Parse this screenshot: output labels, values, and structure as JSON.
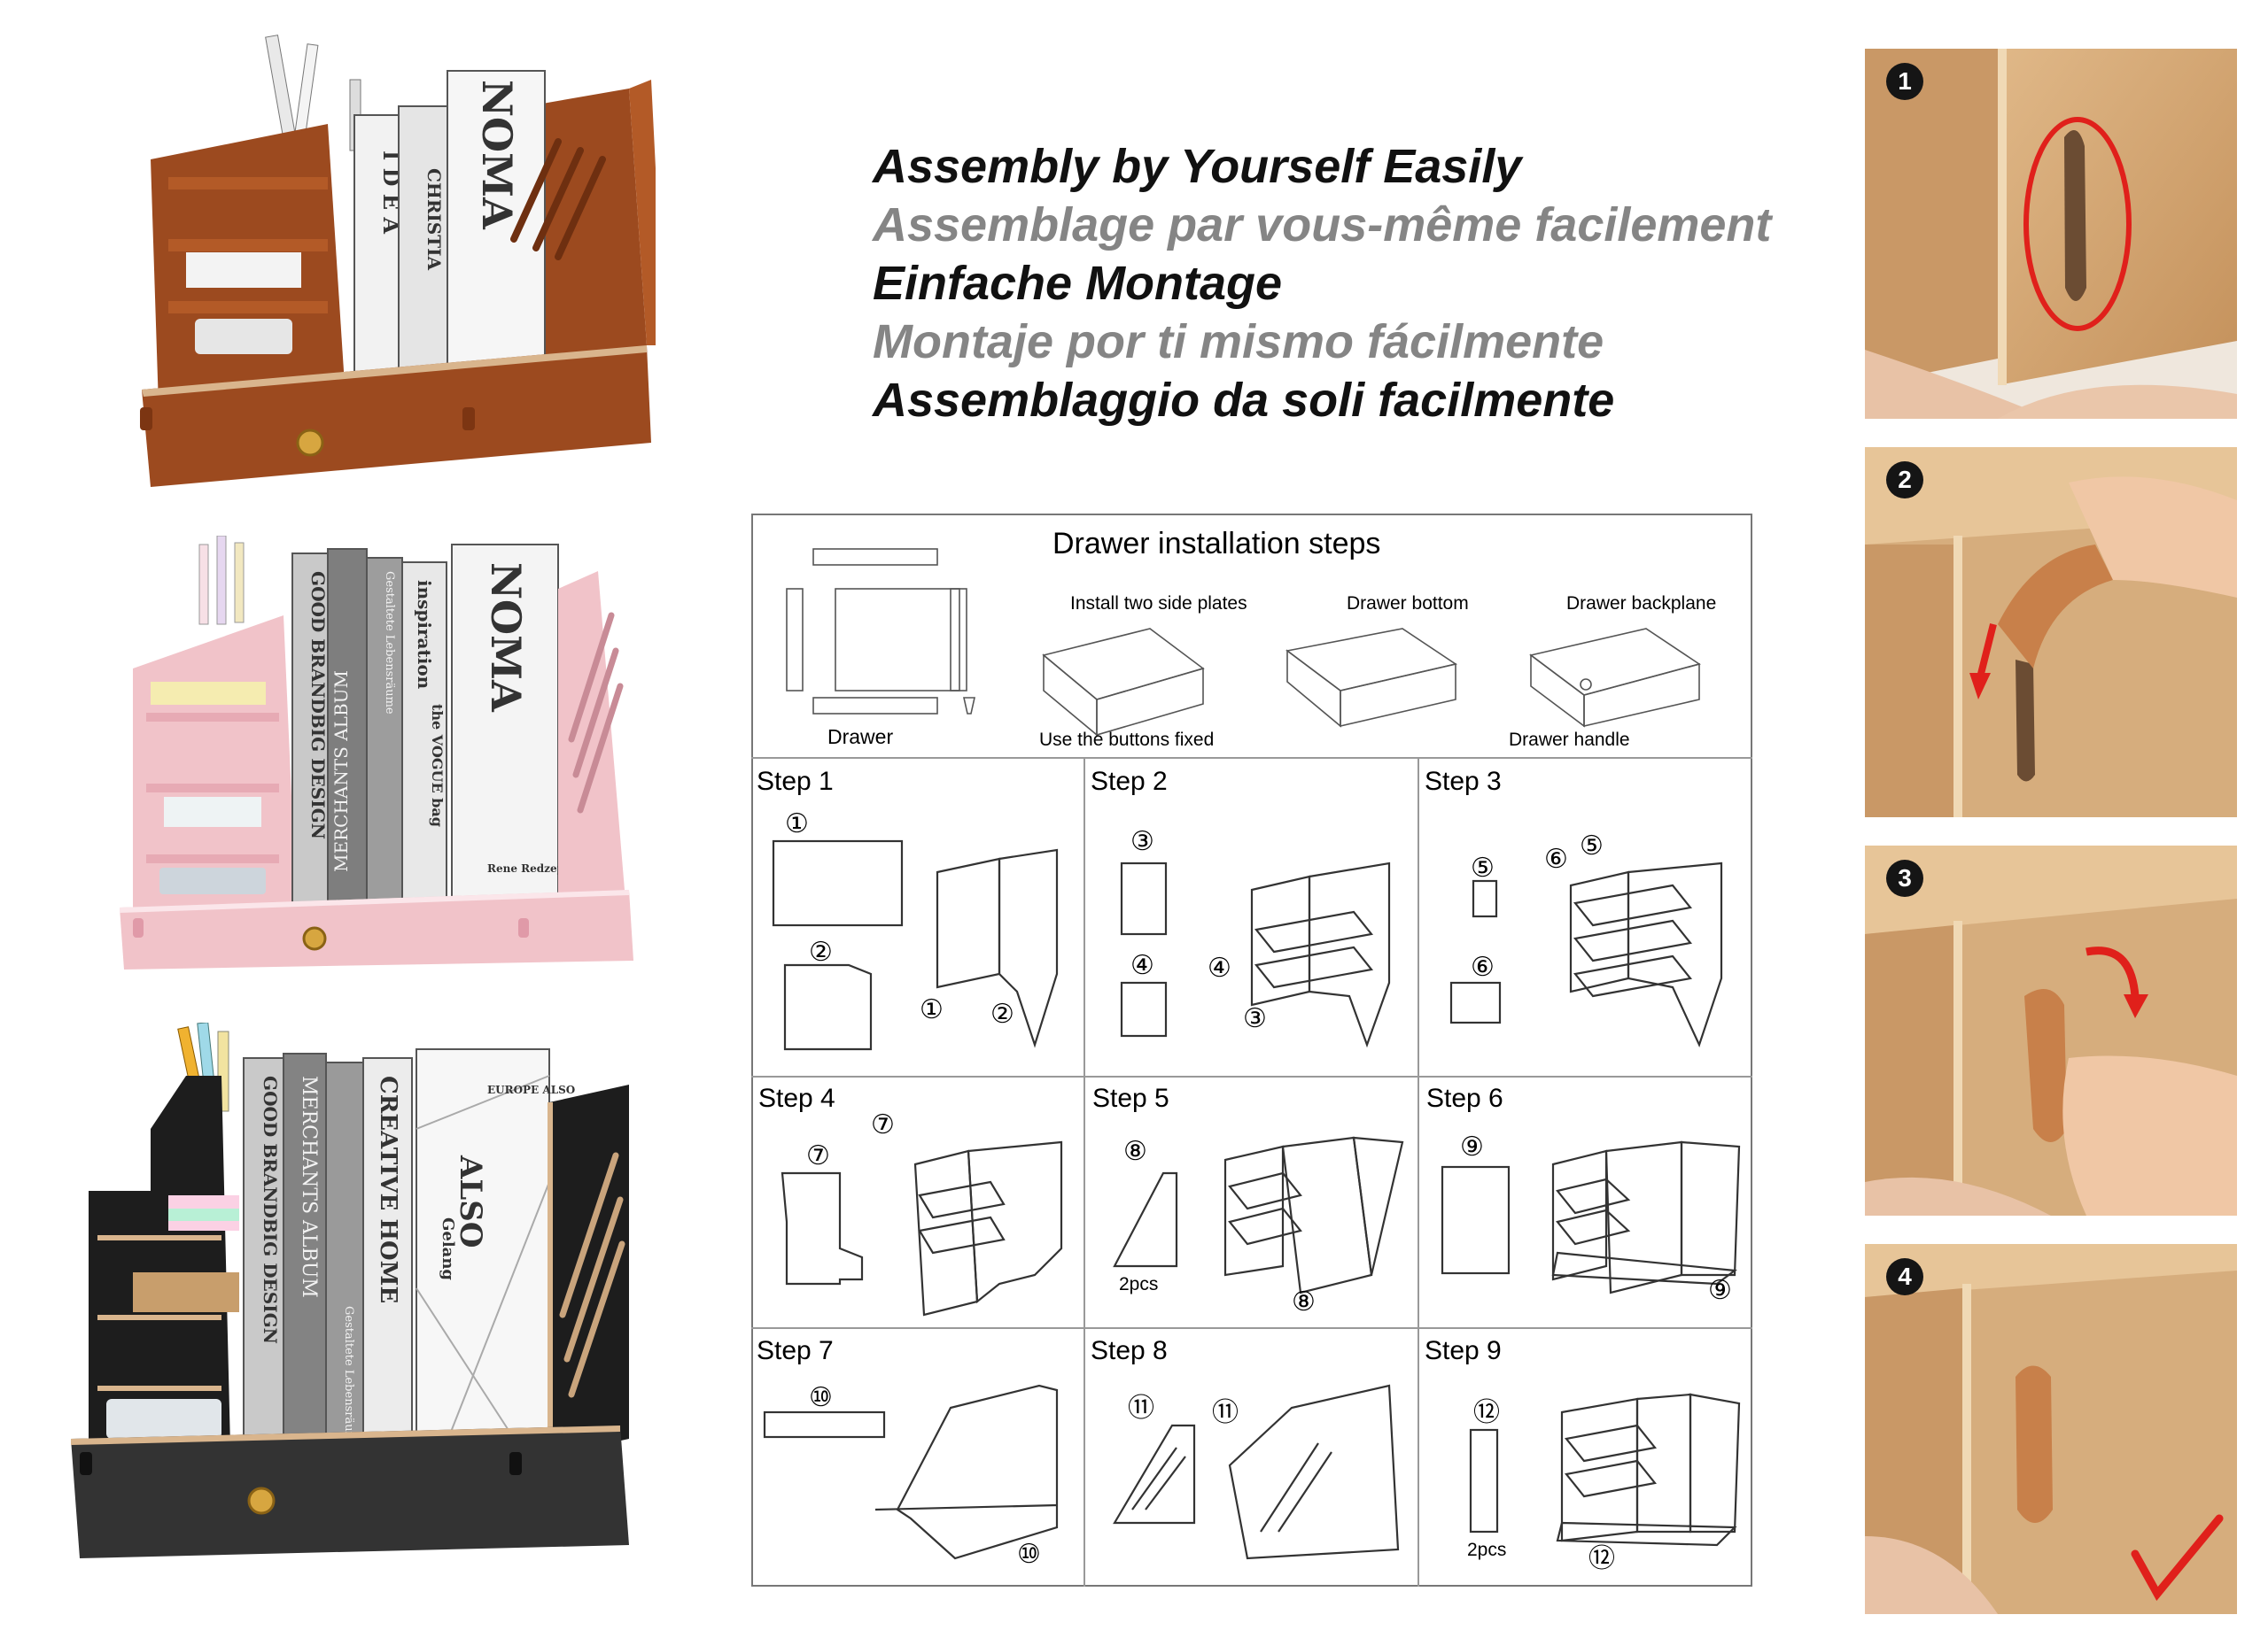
{
  "headline": {
    "en": "Assembly by Yourself Easily",
    "fr": "Assemblage par vous-même facilement",
    "de": "Einfache Montage",
    "es": "Montaje por ti mismo fácilmente",
    "it": "Assemblaggio da soli facilmente"
  },
  "products": {
    "brown_books": [
      "I D E A",
      "CHRISTIA",
      "NOMA"
    ],
    "pink_books": [
      "GOOD BRANDBIG DESIGN",
      "MERCHANTS ALBUM",
      "Gestaltete Lebensräume",
      "inspiration",
      "the VOGUE bag",
      "NOMA",
      "Rene Redzepi"
    ],
    "black_books": [
      "GOOD BRANDBIG DESIGN",
      "MERCHANTS ALBUM",
      "Gestaltete Lebensräume",
      "CREATIVE HOME",
      "ALSO",
      "Gelang",
      "EUROPE ALSO"
    ]
  },
  "diagram": {
    "title": "Drawer installation steps",
    "labels": {
      "drawer": "Drawer",
      "side_plates": "Install two side plates",
      "buttons_fixed": "Use the buttons fixed",
      "drawer_bottom": "Drawer bottom",
      "drawer_backplane": "Drawer backplane",
      "drawer_handle": "Drawer handle"
    },
    "steps": [
      "Step 1",
      "Step 2",
      "Step 3",
      "Step 4",
      "Step 5",
      "Step 6",
      "Step 7",
      "Step 8",
      "Step 9"
    ],
    "parts": {
      "p1": "①",
      "p2": "②",
      "p3": "③",
      "p4": "④",
      "p5": "⑤",
      "p6": "⑥",
      "p7": "⑦",
      "p8": "⑧",
      "p9": "⑨",
      "p10": "⑩",
      "p11": "⑪",
      "p12": "⑫"
    },
    "qty": {
      "two": "2pcs"
    }
  },
  "photos": {
    "badges": [
      "1",
      "2",
      "3",
      "4"
    ],
    "colors": {
      "wood": "#d3a674",
      "mark_red": "#e0201b",
      "peg": "#c8804a"
    }
  }
}
